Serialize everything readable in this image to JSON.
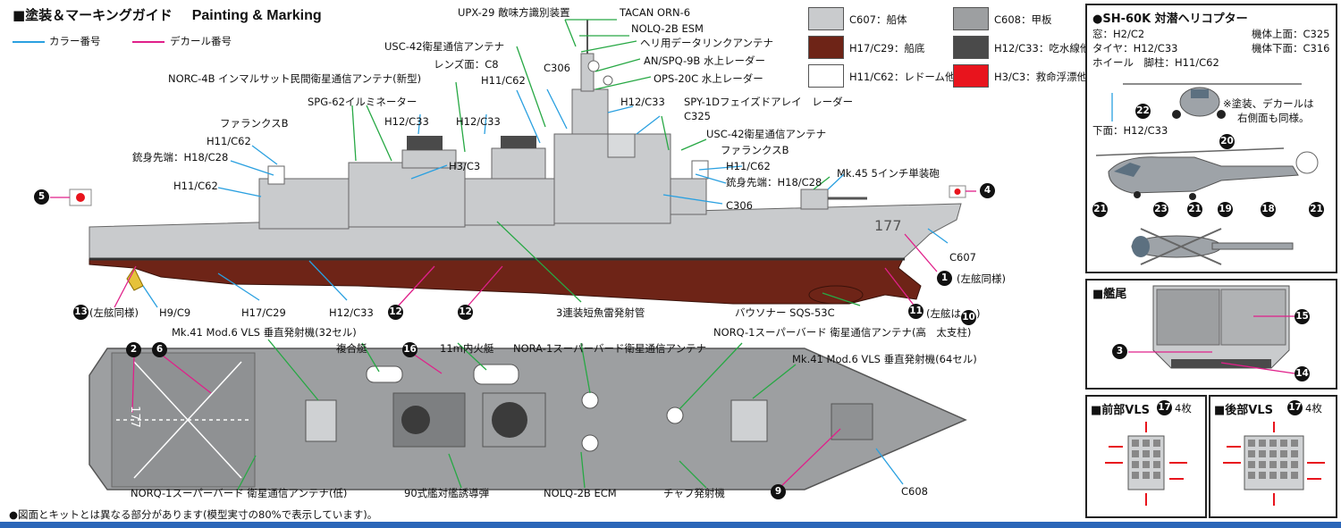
{
  "header": {
    "title_jp": "■塗装＆マーキングガイド",
    "title_en": "Painting & Marking"
  },
  "legend": {
    "color_number": "カラー番号",
    "decal_number": "デカール番号",
    "color_line": "#2aa0e0",
    "decal_line": "#e0208a"
  },
  "swatches": [
    {
      "label": "C607：船体",
      "color": "#c9cbcd"
    },
    {
      "label": "H17/C29：船底",
      "color": "#6e2417"
    },
    {
      "label": "H11/C62：レドーム他",
      "color": "#ffffff"
    },
    {
      "label": "C608：甲板",
      "color": "#9d9fa1"
    },
    {
      "label": "H12/C33：吃水線他",
      "color": "#4a4a4a"
    },
    {
      "label": "H3/C3：救命浮漂他",
      "color": "#e8141d"
    }
  ],
  "side_labels": {
    "upx29": "UPX-29 敵味方識別装置",
    "tacan": "TACAN ORN-6",
    "nolq2b_esm": "NOLQ-2B ESM",
    "heli_datalink": "ヘリ用データリンクアンテナ",
    "usc42_a": "USC-42衛星通信アンテナ",
    "anspq9b": "AN/SPQ-9B 水上レーダー",
    "lens": "レンズ面：C8",
    "c306_a": "C306",
    "ops20c": "OPS-20C 水上レーダー",
    "norc4b": "NORC-4B インマルサット民間衛星通信アンテナ(新型)",
    "h11c62_a": "H11/C62",
    "spg62": "SPG-62イルミネーター",
    "h12c33_a": "H12/C33",
    "h12c33_b": "H12/C33",
    "h12c33_c": "H12/C33",
    "spy1d": "SPY-1Dフェイズドアレイ　レーダー",
    "c325": "C325",
    "phalanx_a": "ファランクスB",
    "usc42_b": "USC-42衛星通信アンテナ",
    "h11c62_b": "H11/C62",
    "phalanx_b": "ファランクスB",
    "barrel_a": "銃身先端：H18/C28",
    "h3c3": "H3/C3",
    "h11c62_c": "H11/C62",
    "mk45": "Mk.45 5インチ単装砲",
    "h11c62_d": "H11/C62",
    "barrel_b": "銃身先端：H18/C28",
    "c306_b": "C306",
    "hull_number": "177",
    "c607": "C607",
    "port_same_1": "(左舷同様)",
    "port_same_13": "(左舷同様)",
    "h9c9": "H9/C9",
    "h17c29": "H17/C29",
    "h12c33_wl": "H12/C33",
    "torpedo": "3連装短魚雷発射管",
    "sonar": "バウソナー SQS-53C",
    "port_is_10": "(左舷は",
    "port_is_10_close": ")"
  },
  "top_labels": {
    "vls32": "Mk.41 Mod.6 VLS 垂直発射機(32セル)",
    "composite_boat": "複合艇",
    "boat11m": "11m内火艇",
    "nora1": "NORA-1スーパーバード衛星通信アンテナ",
    "norq1_high": "NORQ-1スーパーバード 衛星通信アンテナ(高　太支柱)",
    "vls64": "Mk.41 Mod.6 VLS 垂直発射機(64セル)",
    "norq1_low": "NORQ-1スーパーバード 衛星通信アンテナ(低)",
    "ssm90": "90式艦対艦誘導弾",
    "nolq2b_ecm": "NOLQ-2B ECM",
    "chaff": "チャフ発射機",
    "c608": "C608",
    "deck_number": "177"
  },
  "heli": {
    "title": "●SH-60K 対潜ヘリコプター",
    "window": "窓：H2/C2",
    "tire": "タイヤ：H12/C33",
    "wheel": "ホイール　脚柱：H11/C62",
    "upper": "機体上面：C325",
    "lower": "機体下面：C316",
    "note1": "※塗装、デカールは",
    "note2": "右側面も同様。",
    "bottom": "下面：H12/C33"
  },
  "stern": {
    "title": "■艦尾"
  },
  "vls_front": {
    "title": "■前部VLS",
    "count": "4枚"
  },
  "vls_rear": {
    "title": "■後部VLS",
    "count": "4枚"
  },
  "decals": [
    "1",
    "2",
    "3",
    "4",
    "5",
    "6",
    "9",
    "10",
    "11",
    "12",
    "13",
    "14",
    "15",
    "16",
    "17",
    "18",
    "19",
    "20",
    "21",
    "22",
    "23"
  ],
  "footer": "●図面とキットとは異なる部分があります(模型実寸の80%で表示しています)。"
}
